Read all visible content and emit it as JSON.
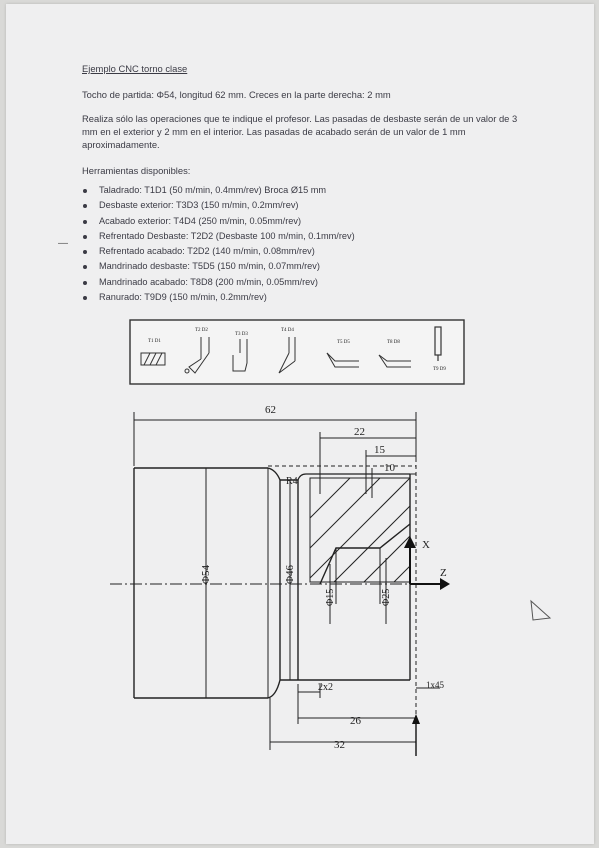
{
  "document": {
    "title": "Ejemplo CNC torno clase",
    "stock_line": "Tocho de partida: Φ54, longitud 62 mm. Creces en la parte derecha: 2 mm",
    "note": "Realiza sólo las operaciones que te indique el profesor. Las pasadas de desbaste serán de un valor de 3 mm en el exterior y 2 mm en el interior. Las pasadas de acabado serán de un valor de 1 mm aproximadamente.",
    "tools_heading": "Herramientas disponibles:",
    "tools": [
      "Taladrado: T1D1 (50 m/min, 0.4mm/rev) Broca Ø15 mm",
      "Desbaste exterior: T3D3 (150 m/min, 0.2mm/rev)",
      "Acabado exterior: T4D4 (250 m/min, 0.05mm/rev)",
      "Refrentado Desbaste: T2D2 (Desbaste 100 m/min, 0.1mm/rev)",
      "Refrentado acabado: T2D2 (140 m/min, 0.08mm/rev)",
      "Mandrinado desbaste: T5D5 (150 m/min, 0.07mm/rev)",
      "Mandrinado acabado: T8D8 (200 m/min, 0.05mm/rev)",
      "Ranurado: T9D9 (150 m/min, 0.2mm/rev)"
    ]
  },
  "tool_icons": {
    "t1": "T1 D1",
    "t2": "T2 D2",
    "t3": "T3 D3",
    "t4": "T4 D4",
    "t5": "T5 D5",
    "t8": "T8 D8",
    "t9": "T9 D9"
  },
  "drawing": {
    "overall_length": "62",
    "dim_22": "22",
    "dim_15": "15",
    "dim_10": "10",
    "radius": "R4",
    "dia_54": "Φ54",
    "dia_46": "Φ46",
    "dia_15": "Φ15",
    "dia_25": "Φ25",
    "groove": "2x2",
    "chamfer": "1x45",
    "dim_26": "26",
    "dim_32": "32",
    "axis_x": "X",
    "axis_z": "Z"
  }
}
